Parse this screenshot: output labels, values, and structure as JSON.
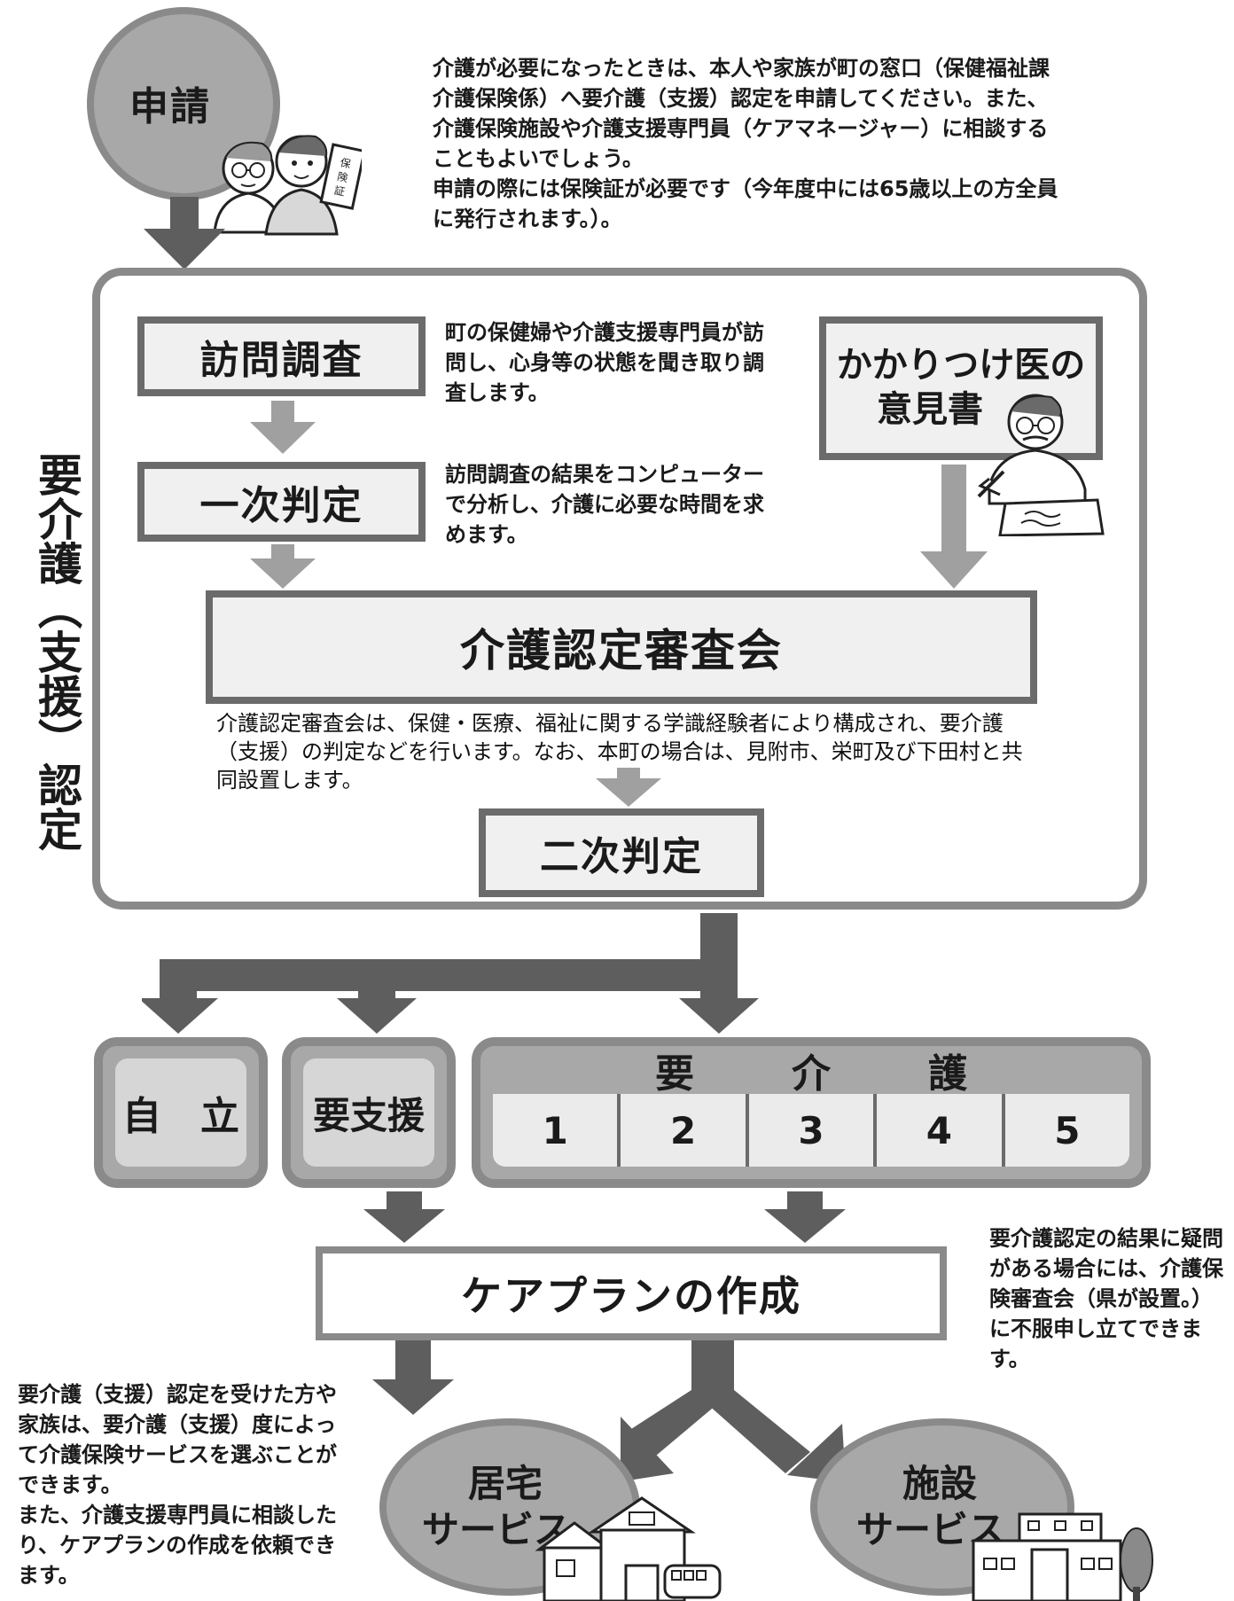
{
  "application": {
    "label": "申請",
    "description": "介護が必要になったときは、本人や家族が町の窓口（保健福祉課介護保険係）へ要介護（支援）認定を申請してください。また、介護保険施設や介護支援専門員（ケアマネージャー）に相談することもよいでしょう。\n申請の際には保険証が必要です（今年度中には65歳以上の方全員に発行されます。）。",
    "card_text": "保険証"
  },
  "certification": {
    "side_label_top": "要介護",
    "side_label_paren": "（支援）",
    "side_label_bottom": "認定",
    "visit_survey": {
      "label": "訪問調査",
      "description": "町の保健婦や介護支援専門員が訪問し、心身等の状態を聞き取り調査します。"
    },
    "primary_judgment": {
      "label": "一次判定",
      "description": "訪問調査の結果をコンピューターで分析し、介護に必要な時間を求めます。"
    },
    "doctor_opinion": {
      "label_line1": "かかりつけ医の",
      "label_line2": "意見書"
    },
    "committee": {
      "label": "介護認定審査会",
      "description": "介護認定審査会は、保健・医療、福祉に関する学識経験者により構成され、要介護（支援）の判定などを行います。なお、本町の場合は、見附市、栄町及び下田村と共同設置します。"
    },
    "secondary_judgment": {
      "label": "二次判定"
    }
  },
  "results": {
    "independent": "自　立",
    "support_needed": "要支援",
    "care_needed": {
      "header": [
        "要",
        "介",
        "護"
      ],
      "levels": [
        "1",
        "2",
        "3",
        "4",
        "5"
      ]
    }
  },
  "appeal_note": "要介護認定の結果に疑問がある場合には、介護保険審査会（県が設置。）に不服申し立てできます。",
  "care_plan": {
    "label": "ケアプランの作成"
  },
  "services_note": "要介護（支援）認定を受けた方や家族は、要介護（支援）度によって介護保険サービスを選ぶことができます。\nまた、介護支援専門員に相談したり、ケアプランの作成を依頼できます。",
  "services": {
    "home": {
      "line1": "居宅",
      "line2": "サービス"
    },
    "facility": {
      "line1": "施設",
      "line2": "サービス"
    }
  },
  "colors": {
    "dark_arrow": "#5e5e5e",
    "light_arrow": "#a0a0a0",
    "panel_border": "#8a8a8a",
    "box_border": "#6b6b6b",
    "circle_fill": "#a8a8a8"
  }
}
